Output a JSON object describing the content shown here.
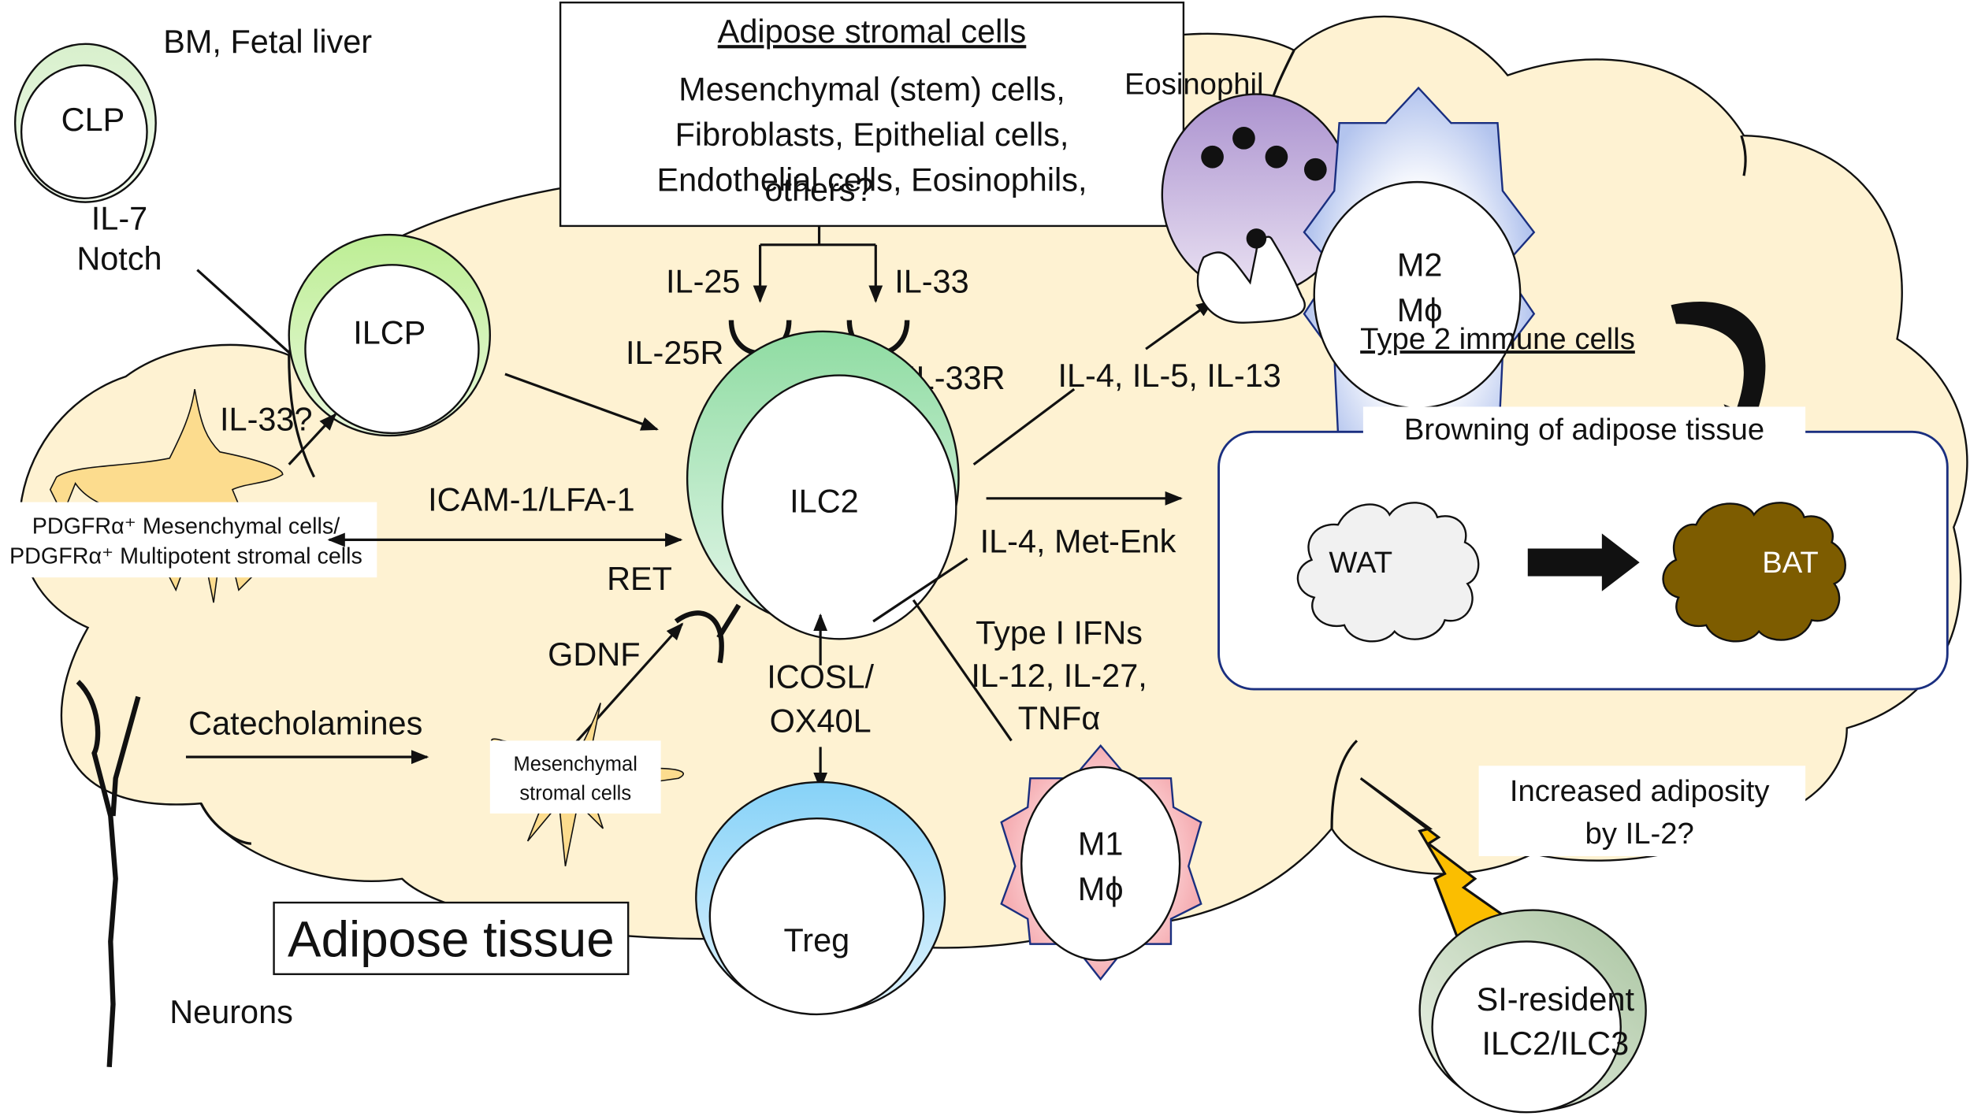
{
  "figure": {
    "tissue_label": "Adipose tissue",
    "colors": {
      "tissue_fill": "#fef2d2",
      "ilc_green": "#8fdca2",
      "ilcp_green": "#c6f0a0",
      "clp_green": "#dff3d3",
      "treg_blue": "#86d2f8",
      "m2_blue": "#b8c8ee",
      "m1_pink": "#f7b3b7",
      "eosinophil_purple": "#b49ad2",
      "stromal_yellow": "#fcdc8e",
      "bat_brown": "#7d5c00",
      "wat_gray": "#f1f1f1",
      "lightning": "#fbbe00",
      "si_green": "#b8cdb0",
      "box_border": "#1a2f80"
    }
  },
  "cells": {
    "clp": {
      "label": "CLP",
      "origin": "BM, Fetal liver"
    },
    "ilcp": {
      "label": "ILCP"
    },
    "ilc2": {
      "label": "ILC2"
    },
    "treg": {
      "label": "Treg"
    },
    "eosinophil": {
      "label": "Eosinophil"
    },
    "m2": {
      "line1": "M2",
      "line2": "Mϕ"
    },
    "m1": {
      "line1": "M1",
      "line2": "Mϕ"
    },
    "si_ilc": {
      "line1": "SI-resident",
      "line2": "ILC2/ILC3"
    },
    "pdgfra_stromal": {
      "line1": "PDGFRα⁺ Mesenchymal cells/",
      "line2": "PDGFRα⁺ Multipotent stromal cells"
    },
    "mesenchymal_stromal": {
      "line1": "Mesenchymal",
      "line2": "stromal cells"
    },
    "neurons": {
      "label": "Neurons"
    }
  },
  "stromal_box": {
    "title": "Adipose stromal cells",
    "lines": [
      "Mesenchymal (stem) cells,",
      "Fibroblasts, Epithelial cells,",
      "Endothelial cells, Eosinophils,",
      "others?"
    ]
  },
  "signals": {
    "il7_notch": [
      "IL-7",
      "Notch"
    ],
    "il25": "IL-25",
    "il33": "IL-33",
    "il25r": "IL-25R",
    "il33r": "IL-33R",
    "il33q": "IL-33?",
    "icam": "ICAM-1/LFA-1",
    "ret": "RET",
    "gdnf": "GDNF",
    "catecholamines": "Catecholamines",
    "icosl": [
      "ICOSL/",
      "OX40L"
    ],
    "il4_5_13": "IL-4, IL-5, IL-13",
    "il4_metenk": "IL-4, Met-Enk",
    "inhibitors": [
      "Type I IFNs",
      "IL-12, IL-27,",
      "TNFα"
    ],
    "type2": "Type 2 immune cells",
    "adiposity": [
      "Increased adiposity",
      "by IL-2?"
    ]
  },
  "browning_box": {
    "title": "Browning of adipose tissue",
    "wat": "WAT",
    "bat": "BAT"
  }
}
